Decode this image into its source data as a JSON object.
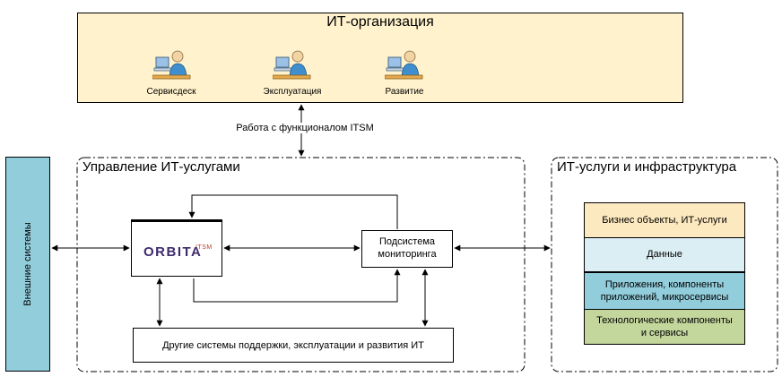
{
  "it_org": {
    "title": "ИТ-организация",
    "roles": [
      {
        "label": "Сервисдеск",
        "icon": "person-at-computer-icon"
      },
      {
        "label": "Эксплуатация",
        "icon": "person-at-computer-icon"
      },
      {
        "label": "Развитие",
        "icon": "person-at-computer-icon"
      }
    ]
  },
  "connection_label": "Работа с функционалом ITSM",
  "external_systems": "Внешние системы",
  "itsm_zone": {
    "title": "Управление ИТ-услугами",
    "orbita": {
      "name": "ORBITA",
      "suffix": "ITSM"
    },
    "monitoring": [
      "Подсистема",
      "мониторинга"
    ],
    "other_systems": "Другие системы поддержки, эксплуатации и развития ИТ"
  },
  "infra_zone": {
    "title": "ИТ-услуги и инфраструктура",
    "layers": [
      [
        "Бизнес объекты, ИТ-услуги"
      ],
      [
        "Данные"
      ],
      [
        "Приложения, компоненты",
        "приложений, микросервисы"
      ],
      [
        "Технологические компоненты",
        "и сервисы"
      ]
    ]
  },
  "colors": {
    "it_org_fill": "#fff2cc",
    "external_fill": "#92cddc",
    "layer_business": "#fde9bf",
    "layer_data": "#dbeef3",
    "layer_apps": "#92cddc",
    "layer_tech": "#c3d69b",
    "orbita_text": "#3d2a6e",
    "itsm_accent": "#c0392b"
  }
}
